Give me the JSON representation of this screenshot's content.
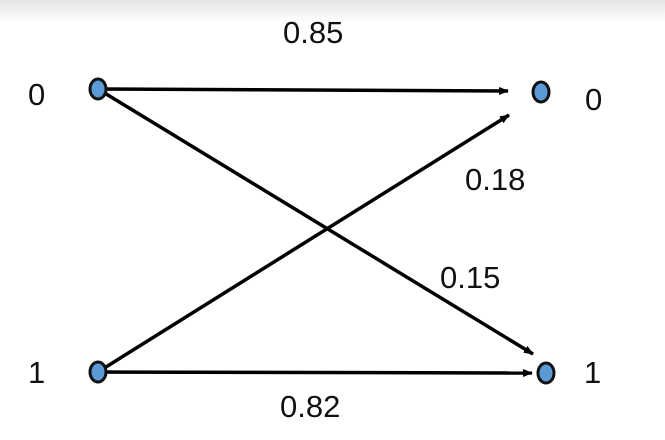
{
  "diagram": {
    "colors": {
      "node_fill": "#5b9bd5",
      "node_stroke": "#111111",
      "edge": "#000000"
    },
    "inputs": [
      {
        "label": "0"
      },
      {
        "label": "1"
      }
    ],
    "outputs": [
      {
        "label": "0"
      },
      {
        "label": "1"
      }
    ],
    "edges": [
      {
        "from": "0",
        "to": "0",
        "label": "0.85"
      },
      {
        "from": "1",
        "to": "0",
        "label": "0.18"
      },
      {
        "from": "0",
        "to": "1",
        "label": "0.15"
      },
      {
        "from": "1",
        "to": "1",
        "label": "0.82"
      }
    ]
  }
}
